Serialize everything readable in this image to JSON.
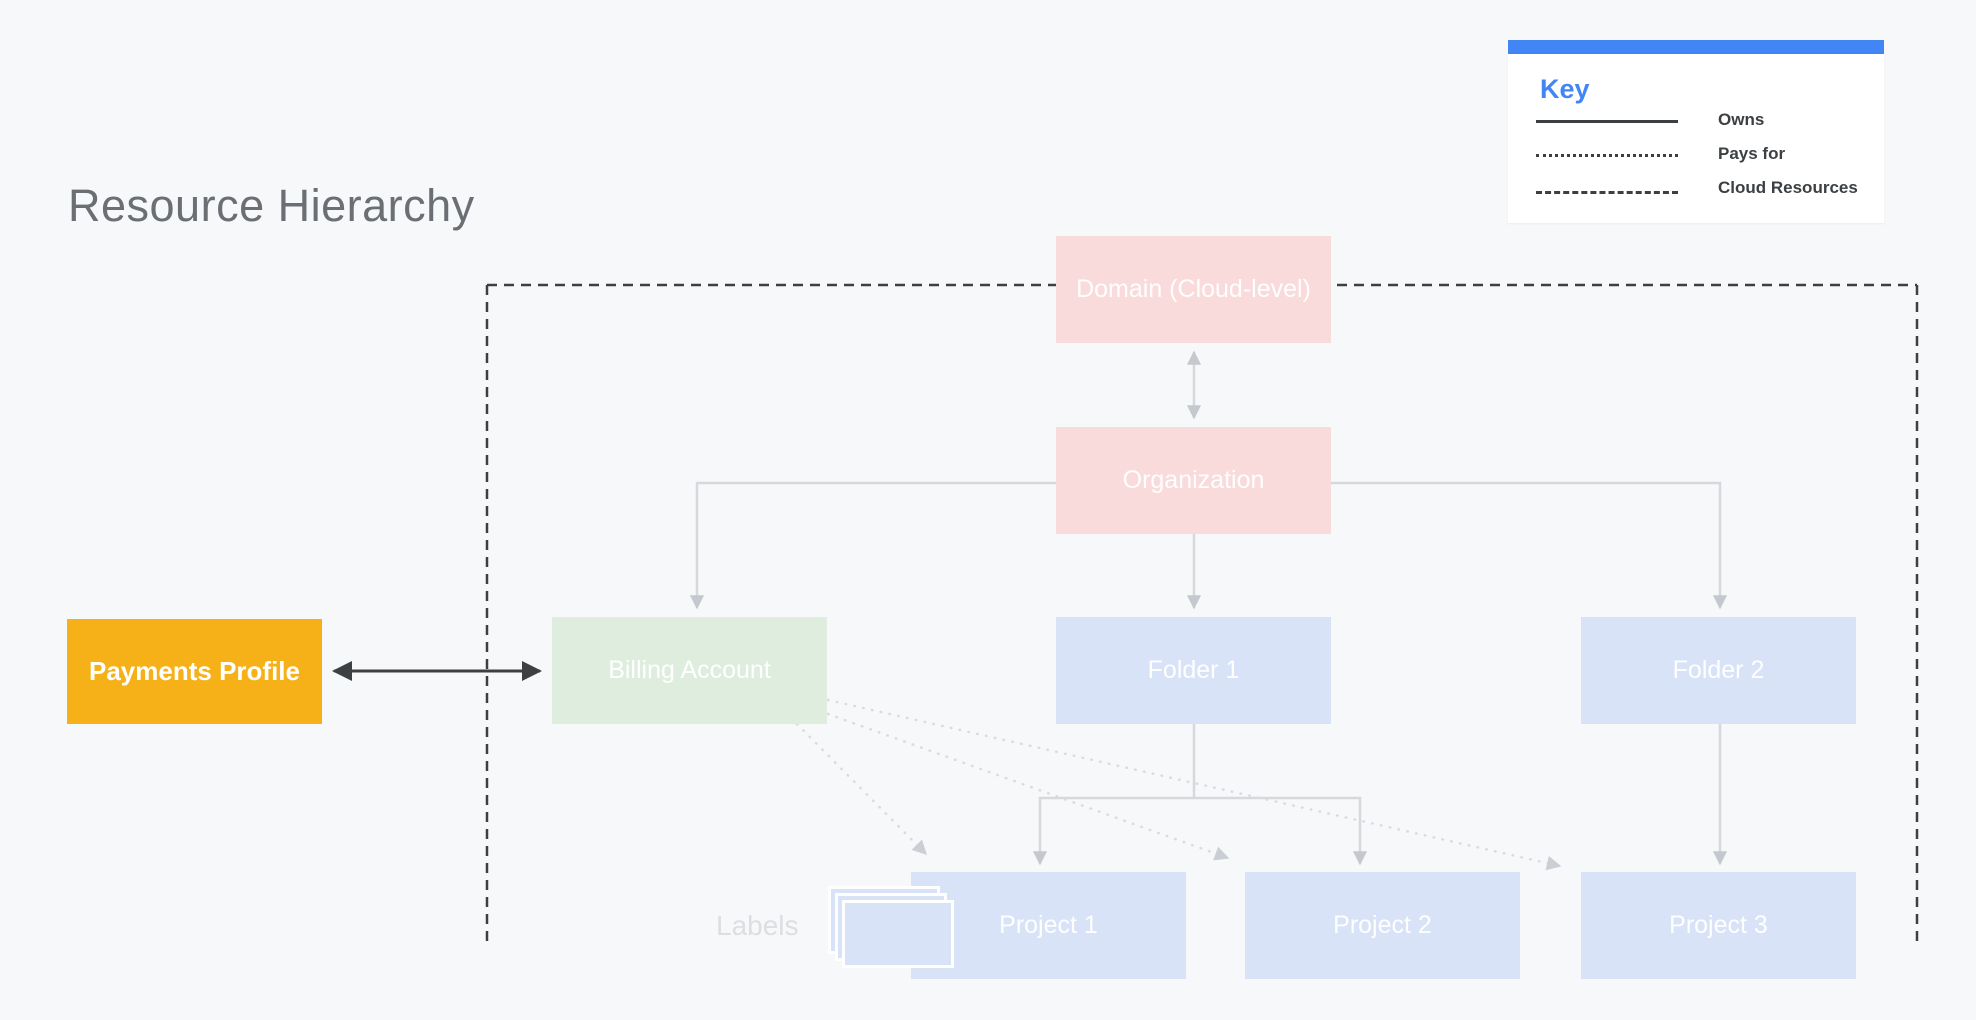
{
  "page": {
    "title": "Resource Hierarchy",
    "background_color": "#F6F8FA"
  },
  "legend": {
    "title": "Key",
    "accent_color": "#4285F4",
    "line_color": "#3C4043",
    "items": [
      {
        "line_style": "solid",
        "label": "Owns"
      },
      {
        "line_style": "dotted",
        "label": "Pays for"
      },
      {
        "line_style": "dashed",
        "label": "Cloud Resources"
      }
    ]
  },
  "diagram": {
    "labels_caption": "Labels",
    "boundary": {
      "meaning": "Cloud Resources",
      "line_style": "dashed",
      "color": "#3C4043"
    },
    "nodes": {
      "domain": {
        "label": "Domain (Cloud-level)",
        "fill": "#F8DBDA"
      },
      "organization": {
        "label": "Organization",
        "fill": "#F8DBDA"
      },
      "billing": {
        "label": "Billing Account",
        "fill": "#DEEDDE"
      },
      "folder1": {
        "label": "Folder 1",
        "fill": "#D8E3F8"
      },
      "folder2": {
        "label": "Folder 2",
        "fill": "#D8E3F8"
      },
      "payments": {
        "label": "Payments Profile",
        "fill": "#F5B117"
      },
      "project1": {
        "label": "Project 1",
        "fill": "#D8E3F8"
      },
      "project2": {
        "label": "Project 2",
        "fill": "#D8E3F8"
      },
      "project3": {
        "label": "Project 3",
        "fill": "#D8E3F8"
      }
    },
    "edges": [
      {
        "from": "Payments Profile",
        "to": "Billing Account",
        "type": "owns",
        "bidirectional": true
      },
      {
        "from": "Domain (Cloud-level)",
        "to": "Organization",
        "type": "owns",
        "bidirectional": true
      },
      {
        "from": "Organization",
        "to": "Billing Account",
        "type": "owns",
        "bidirectional": false
      },
      {
        "from": "Organization",
        "to": "Folder 1",
        "type": "owns",
        "bidirectional": false
      },
      {
        "from": "Organization",
        "to": "Folder 2",
        "type": "owns",
        "bidirectional": false
      },
      {
        "from": "Folder 1",
        "to": "Project 1",
        "type": "owns",
        "bidirectional": false
      },
      {
        "from": "Folder 1",
        "to": "Project 2",
        "type": "owns",
        "bidirectional": false
      },
      {
        "from": "Folder 2",
        "to": "Project 3",
        "type": "owns",
        "bidirectional": false
      },
      {
        "from": "Billing Account",
        "to": "Project 1",
        "type": "pays_for",
        "bidirectional": false
      },
      {
        "from": "Billing Account",
        "to": "Project 2",
        "type": "pays_for",
        "bidirectional": false
      },
      {
        "from": "Billing Account",
        "to": "Project 3",
        "type": "pays_for",
        "bidirectional": false
      }
    ],
    "connector_colors": {
      "owns_inside_boundary": "#D5D8DC",
      "owns_payments": "#3C4043",
      "pays_for": "#D9DBDF"
    }
  }
}
